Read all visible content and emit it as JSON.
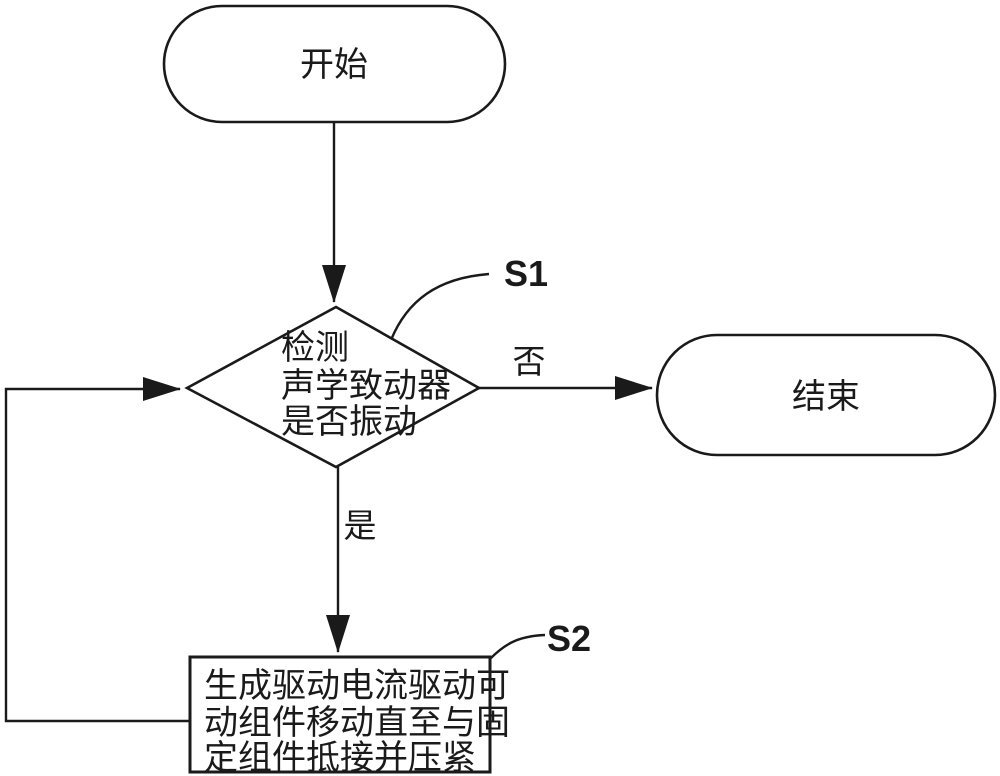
{
  "figure": {
    "type": "flowchart",
    "background_color": "#ffffff",
    "stroke_color": "#1a1a1a"
  },
  "nodes": {
    "start": {
      "label": "开始"
    },
    "decision": {
      "lines": [
        "检测",
        "声学致动器",
        "是否振动"
      ]
    },
    "end": {
      "label": "结束"
    },
    "process": {
      "lines": [
        "生成驱动电流驱动可",
        "动组件移动直至与固",
        "定组件抵接并压紧"
      ]
    }
  },
  "edge_labels": {
    "no": "否",
    "yes": "是"
  },
  "step_labels": {
    "s1": "S1",
    "s2": "S2"
  }
}
